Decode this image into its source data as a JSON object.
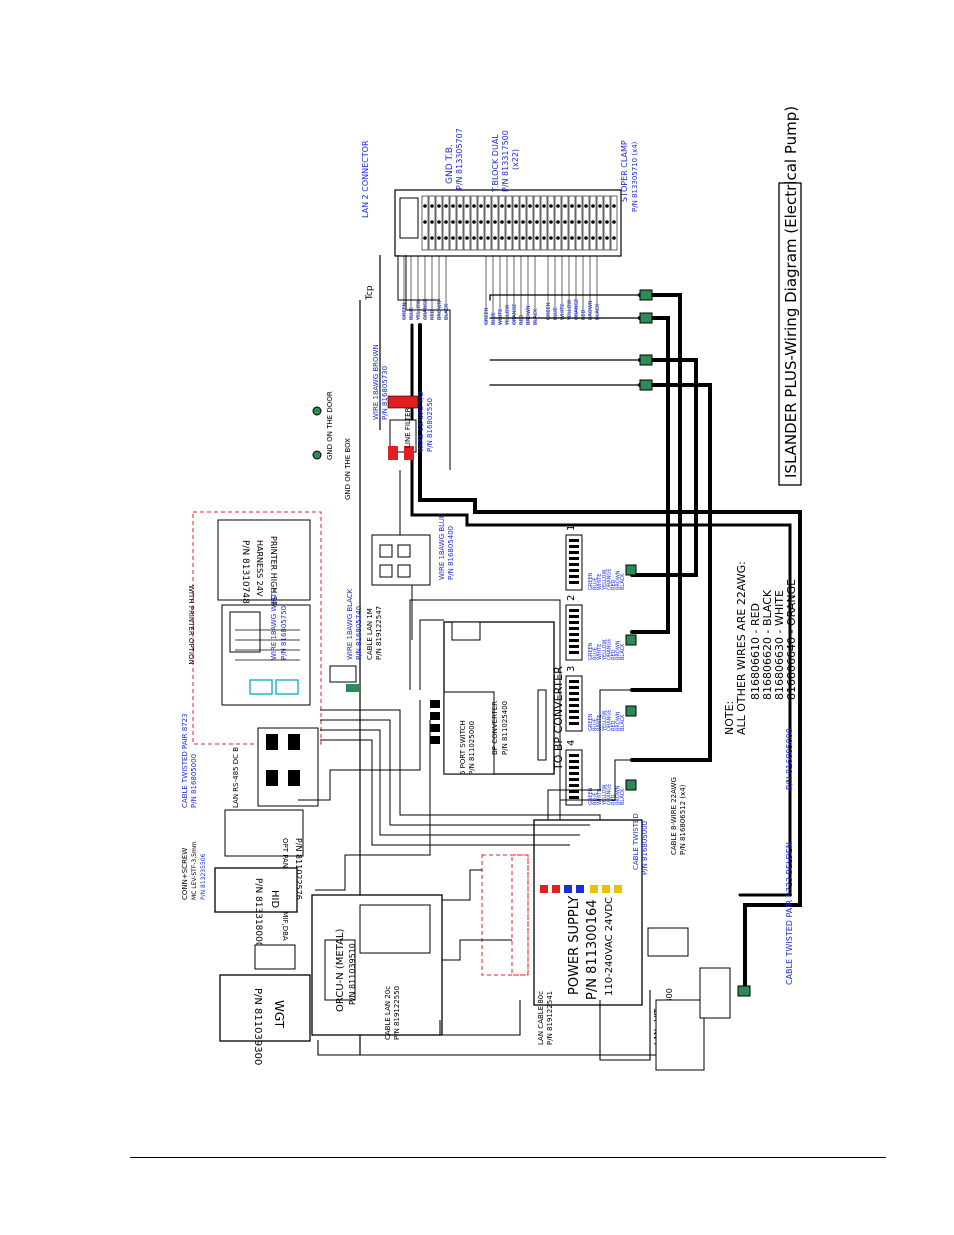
{
  "title": "ISLANDER PLUS-Wiring Diagram (Electrical Pump)",
  "colors": {
    "wire": "#000000",
    "blue_text": "#1a2fd6",
    "red": "#e02020",
    "green": "#2e8b57",
    "yellow": "#e6c200",
    "cyan": "#26b5c9"
  },
  "top": {
    "lan2": "LAN 2 CONNECTOR",
    "gnd_tb": "GND T.B.",
    "gnd_tb_pn": "P/N 813305707",
    "tblock": "T.BLOCK DUAL",
    "tblock_pn": "P/N 813317500",
    "tblock_qty": "(x22)",
    "stoper": "STOPER CLAMP",
    "stoper_pn": "P/N 813305710 (x4)",
    "tcp": "Tcp",
    "wire_brown": "WIRE 18AWG BROWN",
    "wire_brown_pn": "P/N 816805730",
    "line_filter": "LINE FILTER",
    "wire_yg": "WIRE 18AWG Y/G",
    "wire_yg_pn": "P/N 816802550",
    "wire_blue": "WIRE 18AWG BLUE",
    "wire_blue_pn": "P/N 816805400",
    "gnd_door": "GND ON THE DOOR",
    "gnd_box": "GND ON THE BOX",
    "wire_black": "WIRE 18AWG BLACK",
    "wire_black_pn": "P/N 816805740"
  },
  "tb_colors_left": [
    "GREEN",
    "BLUE",
    "YELLOW",
    "ORANGE",
    "RED",
    "BROWN",
    "BLACK"
  ],
  "tb_colors_mid": [
    "GREEN",
    "BLUE",
    "WHITE",
    "YELLOW",
    "ORANGE",
    "RED",
    "BROWN",
    "BLACK"
  ],
  "tb_colors_right": [
    "GREEN",
    "BLUE",
    "WHITE",
    "YELLOW",
    "ORANGE",
    "RED",
    "BROWN",
    "BLACK"
  ],
  "printer": {
    "with_option": "WITH PRINTER OPTION",
    "harness_pn": "P/N 813107480",
    "harness": "HARNESS 24V",
    "printer": "PRINTER HIGH SPEED+",
    "wire_white": "WIRE 18AWG WHITE",
    "wire_white_pn": "P/N 816805750",
    "cable_lan": "CABLE LAN 1M",
    "cable_lan_pn": "P/N 819122547"
  },
  "left": {
    "cable_twisted": "CABLE TWISTED PAIR 8723",
    "cable_twisted_pn": "P/N 816805000",
    "lan_rs485": "LAN RS-485 DC B",
    "conn_screw": "CONN+SCREW",
    "conn_screw2": "MC LEV-STF-3,5mm",
    "conn_pn": "P/N 813235506",
    "opt_panel": "OPT PANEL+SWIPER,MIF,DBA",
    "opt_panel_pn": "P/N 811022576",
    "hid_pn": "P/N 813318000",
    "hid": "HID",
    "wgt": "WGT",
    "wgt_pn": "P/N 811039300",
    "orcu": "ORCU-N (METAL)",
    "orcu_pn": "P/N 811039510",
    "cable_lan20": "CABLE LAN 20c",
    "cable_lan20_pn": "P/N 819122550",
    "lan_cable80": "LAN CABLE 80c",
    "lan_cable80_pn": "P/N 819122541"
  },
  "center": {
    "bp_converter": "BP CONVERTER",
    "bp_converter_pn": "P/N 811025400",
    "to_bp": "TO BP CONVERTER",
    "switch": "5 PORT SWITCH",
    "switch_pn": "P/N 811025000",
    "power_supply": "POWER SUPPLY",
    "power_supply_pn": "P/N 811300164",
    "power_supply_spec": "110-240VAC  24VDC",
    "lan_uvit": "LAN uVIT",
    "lan_uvit_pn": "P/N 800912300",
    "cable_twisted": "CABLE TWISTED",
    "cable_twisted_pn": "P/N 816805000",
    "cable8": "CABLE 8-WIRE 22AWG",
    "cable8_pn": "P/N 816806512 (x4)",
    "cable_belden": "CABLE TWISTED PAIR 8723 BELDEN",
    "cable_belden_pn": "P/N 816805000"
  },
  "pumps": [
    "1",
    "2",
    "3",
    "4"
  ],
  "pump_colors": [
    "GREEN",
    "BLUE",
    "WHITE",
    "YELLOW",
    "ORANGE",
    "RED",
    "BROWN",
    "BLACK"
  ],
  "note": {
    "title": "NOTE:",
    "line1": "ALL OTHER WIRES ARE 22AWG:",
    "line2": "816806610 - RED",
    "line3": "816806620 - BLACK",
    "line4": "816806630 - WHITE",
    "line5": "816806640 - ORANGE"
  }
}
